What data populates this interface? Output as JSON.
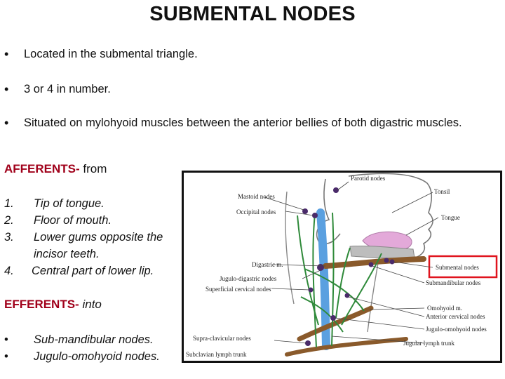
{
  "title": "SUBMENTAL NODES",
  "bullets": [
    "Located in the submental triangle.",
    "3 or 4 in number.",
    "Situated on mylohyoid muscles between the anterior bellies of both digastric muscles."
  ],
  "bullet_symbol": "•",
  "afferents": {
    "heading": "AFFERENTS-",
    "suffix": " from",
    "items": [
      {
        "num": "1.",
        "text": "Tip of tongue."
      },
      {
        "num": "2.",
        "text": "Floor of mouth."
      },
      {
        "num": "3.",
        "text": "Lower gums opposite the incisor teeth."
      },
      {
        "num": "4.",
        "text": "Central part of lower lip."
      }
    ]
  },
  "efferents": {
    "heading": "EFFERENTS-",
    "suffix": " into",
    "items": [
      "Sub-mandibular nodes.",
      "Jugulo-omohyoid nodes."
    ]
  },
  "figure": {
    "labels": {
      "parotid": "Parotid nodes",
      "tonsil": "Tonsil",
      "mastoid": "Mastoid nodes",
      "occipital": "Occipital nodes",
      "tongue": "Tongue",
      "digastric": "Digastric m.",
      "submental": "Submental nodes",
      "jugulo_digastric": "Jugulo-digastric nodes",
      "submandibular": "Submandibular nodes",
      "superficial_cervical": "Superficial cervical nodes",
      "omohyoid": "Omohyoid m.",
      "anterior_cervical": "Anterior cervical nodes",
      "jugulo_omohyoid": "Jugulo-omohyoid nodes",
      "supraclavicular": "Supra-clavicular nodes",
      "jugular_trunk": "Jugular lymph trunk",
      "subclavian_trunk": "Subclavian lymph trunk"
    },
    "colors": {
      "frame": "#111111",
      "highlight": "#e0141e",
      "vessels": "#2f8a3a",
      "vein": "#5aa0e0",
      "muscle": "#8a5a2b",
      "tongue": "#e3a9d9",
      "node": "#4a2a6a"
    }
  }
}
